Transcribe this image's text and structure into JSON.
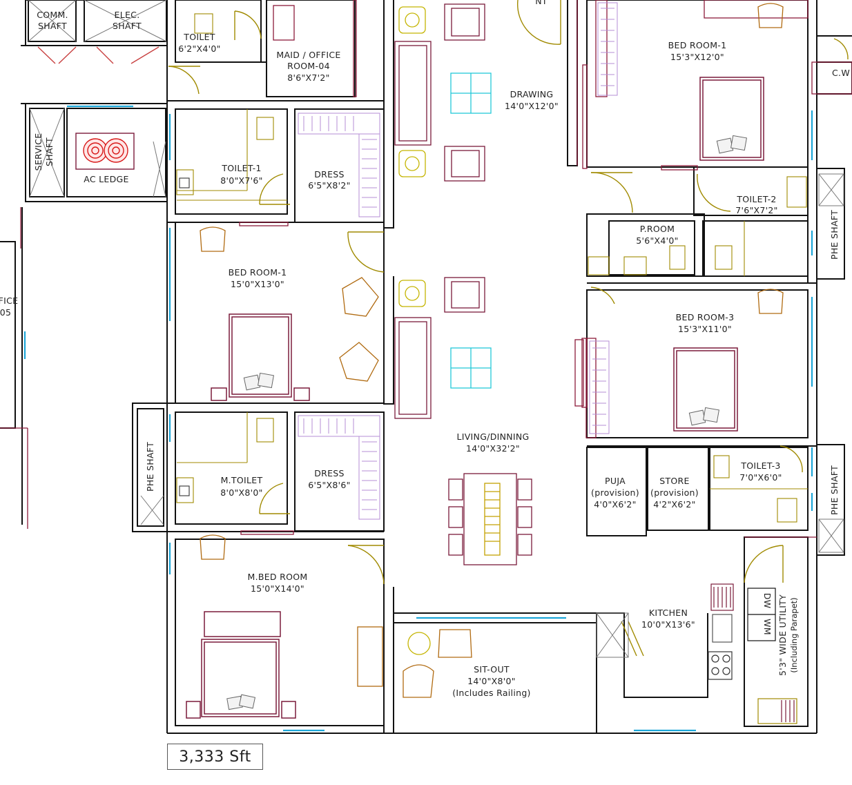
{
  "colors": {
    "wall": "#111111",
    "accent_wall": "#8b1a3a",
    "door": "#a08a00",
    "window": "#1ca6d8",
    "furniture": "#7a1a3a",
    "wardrobe": "#b48cd6",
    "fan": "#d81818"
  },
  "rooms": {
    "comm_shaft": [
      "COMM.",
      "SHAFT"
    ],
    "elec_shaft": [
      "ELEC.",
      "SHAFT"
    ],
    "toilet_top": {
      "name": "TOILET",
      "dim": "6'2\"X4'0\""
    },
    "maid_office": {
      "name": "MAID / OFFICE",
      "name2": "ROOM-04",
      "dim": "8'6\"X7'2\""
    },
    "service_shaft": [
      "SERVICE",
      "SHAFT"
    ],
    "ac_ledge": "AC LEDGE",
    "toilet_1": {
      "name": "TOILET-1",
      "dim": "8'0\"X7'6\""
    },
    "dress_1": {
      "name": "DRESS",
      "dim": "6'5\"X8'2\""
    },
    "bed_room_1_left": {
      "name": "BED ROOM-1",
      "dim": "15'0\"X13'0\""
    },
    "phe_shaft_left": "PHE SHAFT",
    "m_toilet": {
      "name": "M.TOILET",
      "dim": "8'0\"X8'0\""
    },
    "dress_2": {
      "name": "DRESS",
      "dim": "6'5\"X8'6\""
    },
    "m_bed_room": {
      "name": "M.BED ROOM",
      "dim": "15'0\"X14'0\""
    },
    "drawing": {
      "name": "DRAWING",
      "dim": "14'0\"X12'0\""
    },
    "living": {
      "name": "LIVING/DINNING",
      "dim": "14'0\"X32'2\""
    },
    "sit_out": {
      "name": "SIT-OUT",
      "dim": "14'0\"X8'0\"",
      "note": "(Includes Railing)"
    },
    "bed_room_1_right": {
      "name": "BED ROOM-1",
      "dim": "15'3\"X12'0\""
    },
    "cw": "C.W",
    "toilet_2": {
      "name": "TOILET-2",
      "dim": "7'6\"X7'2\""
    },
    "p_room": {
      "name": "P.ROOM",
      "dim": "5'6\"X4'0\""
    },
    "phe_shaft_right_top": "PHE SHAFT",
    "bed_room_3": {
      "name": "BED ROOM-3",
      "dim": "15'3\"X11'0\""
    },
    "puja": {
      "name": "PUJA",
      "note": "(provision)",
      "dim": "4'0\"X6'2\""
    },
    "store": {
      "name": "STORE",
      "note": "(provision)",
      "dim": "4'2\"X6'2\""
    },
    "toilet_3": {
      "name": "TOILET-3",
      "dim": "7'0\"X6'0\""
    },
    "phe_shaft_right_bottom": "PHE SHAFT",
    "kitchen": {
      "name": "KITCHEN",
      "dim": "10'0\"X13'6\""
    },
    "utility": {
      "line1": "5'3\" WIDE UTILITY",
      "line2": "(Including Parapet)"
    },
    "dw": "DW",
    "wm": "WM",
    "left_fragment": {
      "line1": "FICE",
      "line2": "05"
    },
    "top_cut": "NT"
  },
  "total_area": "3,333 Sft"
}
